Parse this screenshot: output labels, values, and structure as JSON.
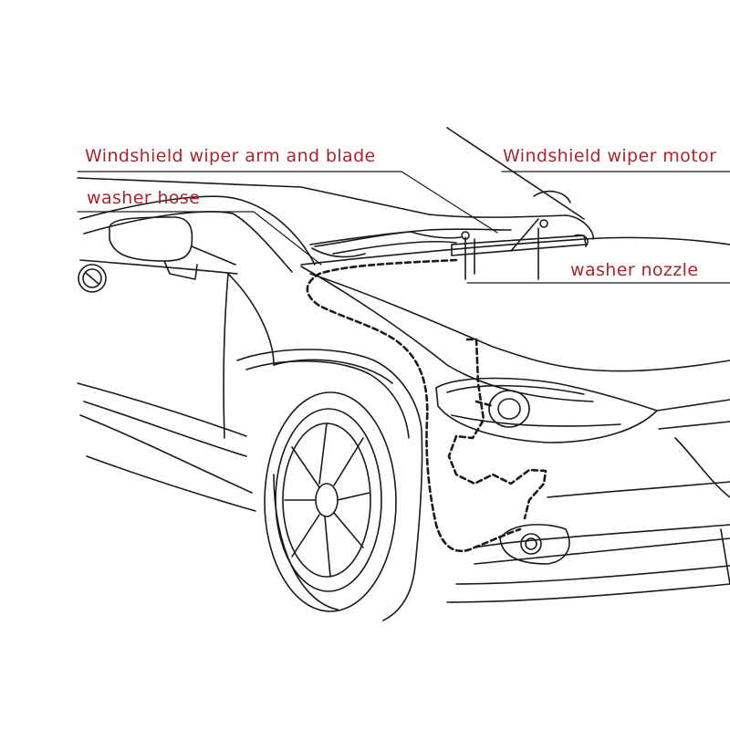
{
  "labels": {
    "wiper_arm": "Windshield wiper arm and blade",
    "washer_hose": "washer hose",
    "wiper_motor": "Windshield wiper motor",
    "washer_nozzle": "washer nozzle"
  },
  "colors": {
    "label_text": "#a8262a",
    "line_art": "#1a1a1a",
    "background": "#ffffff"
  }
}
